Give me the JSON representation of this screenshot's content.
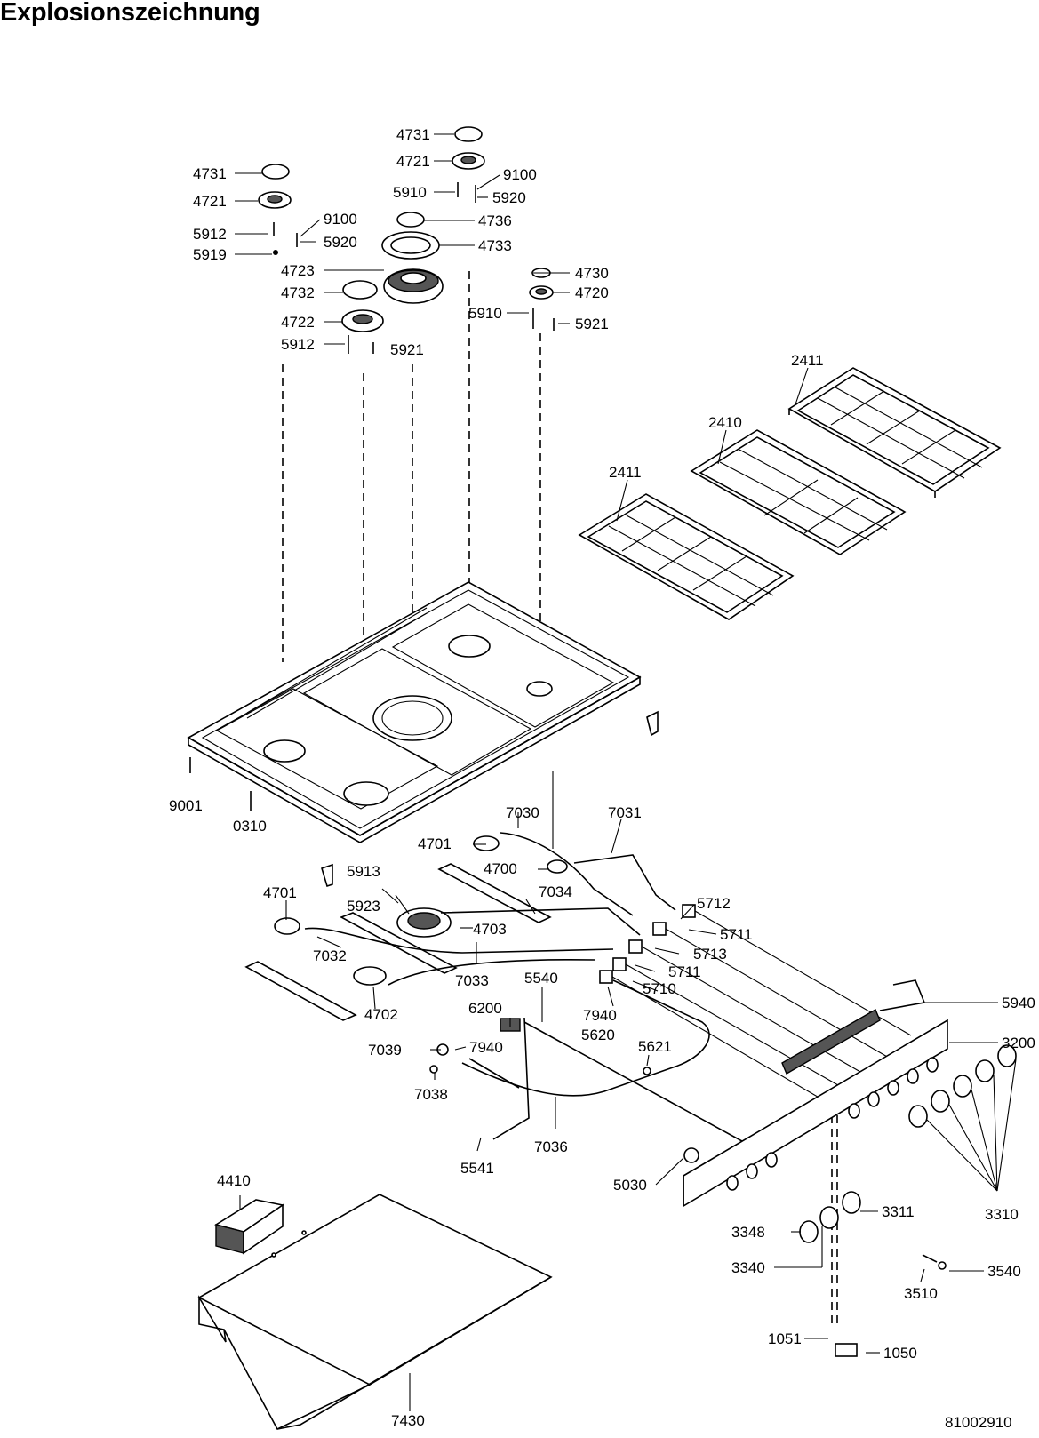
{
  "title": "Explosionszeichnung",
  "doc_id": "81002910",
  "labels": [
    "4731",
    "4721",
    "5912",
    "9100",
    "5920",
    "5919",
    "4731",
    "4721",
    "9100",
    "5910",
    "5920",
    "4736",
    "4733",
    "4723",
    "4732",
    "4722",
    "5912",
    "5921",
    "4730",
    "4720",
    "5910",
    "5921",
    "2411",
    "2410",
    "2411",
    "9001",
    "0310",
    "7030",
    "7031",
    "4701",
    "4700",
    "5913",
    "7034",
    "5712",
    "4701",
    "5923",
    "4703",
    "5711",
    "7032",
    "5713",
    "7033",
    "5711",
    "5540",
    "5710",
    "4702",
    "6200",
    "7940",
    "5620",
    "5621",
    "7039",
    "7940",
    "5940",
    "3200",
    "7038",
    "5541",
    "7036",
    "5030",
    "4410",
    "3311",
    "3310",
    "3348",
    "3340",
    "3540",
    "3510",
    "1051",
    "1050",
    "7430"
  ]
}
